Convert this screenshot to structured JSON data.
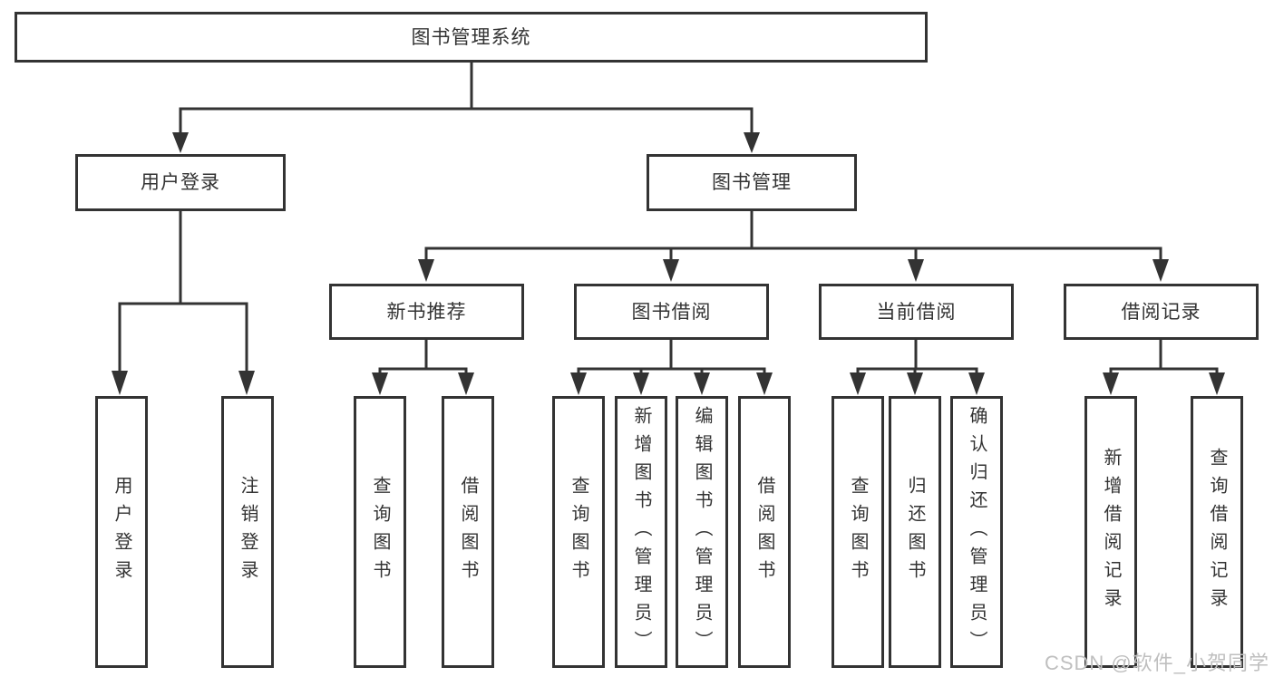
{
  "tree": {
    "root": {
      "label": "图书管理系统"
    },
    "user_login": {
      "label": "用户登录",
      "children": [
        {
          "label": "用户登录"
        },
        {
          "label": "注销登录"
        }
      ]
    },
    "book_management": {
      "label": "图书管理",
      "sections": [
        {
          "label": "新书推荐",
          "children": [
            {
              "label": "查询图书"
            },
            {
              "label": "借阅图书"
            }
          ]
        },
        {
          "label": "图书借阅",
          "children": [
            {
              "label": "查询图书"
            },
            {
              "label": "新增图书（管理员）"
            },
            {
              "label": "编辑图书（管理员）"
            },
            {
              "label": "借阅图书"
            }
          ]
        },
        {
          "label": "当前借阅",
          "children": [
            {
              "label": "查询图书"
            },
            {
              "label": "归还图书"
            },
            {
              "label": "确认归还（管理员）"
            }
          ]
        },
        {
          "label": "借阅记录",
          "children": [
            {
              "label": "新增借阅记录"
            },
            {
              "label": "查询借阅记录"
            }
          ]
        }
      ]
    }
  },
  "watermark": "CSDN @软件_小贺同学",
  "colors": {
    "line": "#333333",
    "text": "#333333",
    "watermark": "#bfbfbf",
    "background": "#ffffff"
  }
}
